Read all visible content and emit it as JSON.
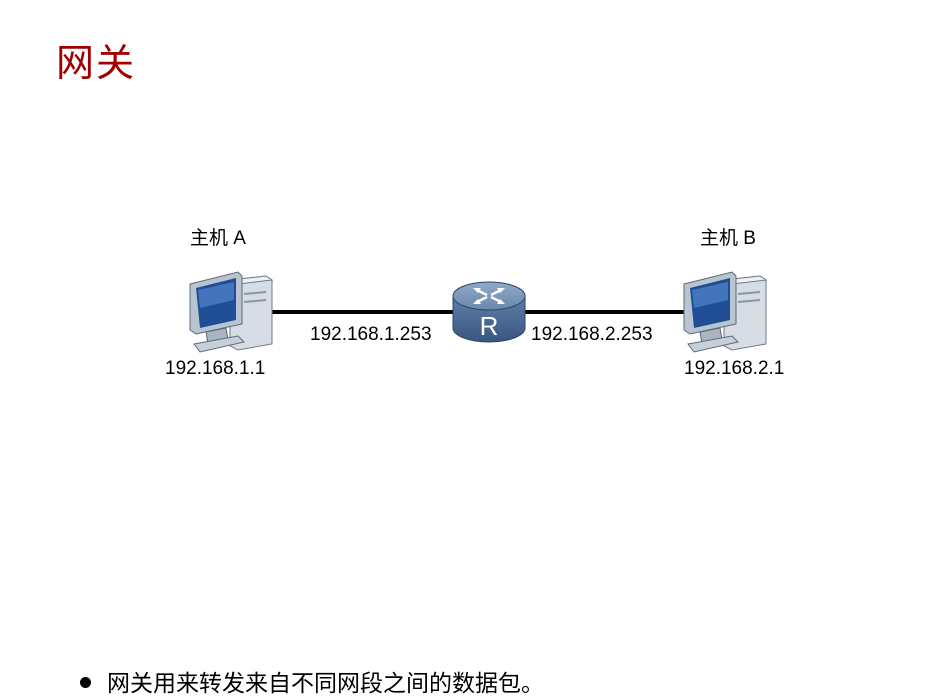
{
  "title": "网关",
  "hosts": {
    "a": {
      "name": "主机 A",
      "ip": "192.168.1.1"
    },
    "b": {
      "name": "主机 B",
      "ip": "192.168.2.1"
    }
  },
  "router": {
    "symbol": "R",
    "left_interface_ip": "192.168.1.253",
    "right_interface_ip": "192.168.2.253"
  },
  "bullets": [
    "网关用来转发来自不同网段之间的数据包。"
  ]
}
